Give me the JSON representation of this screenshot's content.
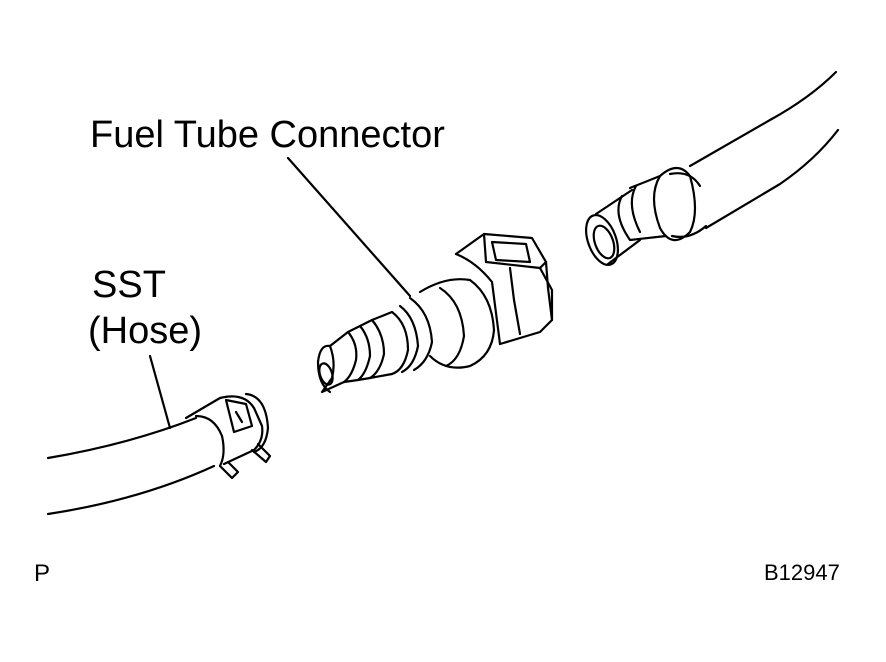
{
  "labels": {
    "fuel_tube_connector": "Fuel Tube Connector",
    "sst_line1": "SST",
    "sst_line2": "(Hose)",
    "corner_mark": "P",
    "figure_code": "B12947"
  },
  "colors": {
    "line": "#000000",
    "background": "#ffffff"
  }
}
